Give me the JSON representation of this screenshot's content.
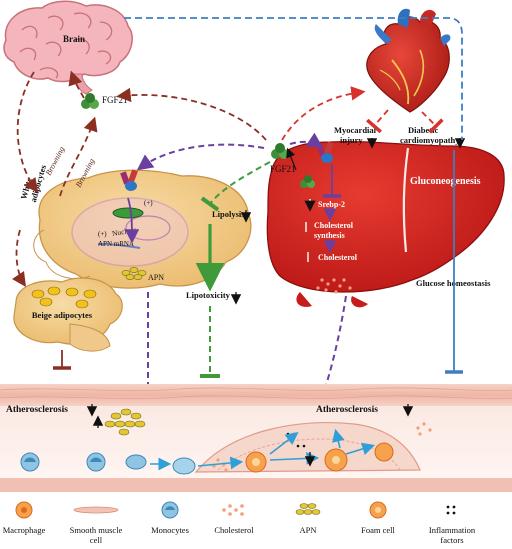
{
  "organs": {
    "brain": "Brain",
    "white_adipocytes": "White\nadipocytes",
    "beige_adipocytes": "Beige adipocytes",
    "nucleus": "Nucleus",
    "apn_mrna": "APN  mRNA",
    "apn": "APN",
    "plus": "(+)"
  },
  "labels": {
    "fgf21_top": "FGF21",
    "fgf21_liver": "FGF21",
    "browning": "Browning",
    "lipolysis": "Lipolysis",
    "lipotoxicity": "Lipotoxicity",
    "myocardial_injury": "Myocardial\ninjury",
    "diabetic_cardiomyopathy": "Diabetic\ncardiomyopathy",
    "srebp2": "Srebp-2",
    "cholesterol_synthesis": "Cholesterol\nsynthesis",
    "cholesterol": "Cholesterol",
    "gluconeogenesis": "Gluconeogenesis",
    "glucose_homeostasis": "Glucose homeostasis",
    "atherosclerosis_left": "Atherosclerosis",
    "atherosclerosis_right": "Atherosclerosis"
  },
  "legend": [
    {
      "key": "macrophage",
      "label": "Macrophage"
    },
    {
      "key": "smooth",
      "label": "Smooth muscle\ncell"
    },
    {
      "key": "monocyte",
      "label": "Monocytes"
    },
    {
      "key": "cholesterol",
      "label": "Cholesterol"
    },
    {
      "key": "apn",
      "label": "APN"
    },
    {
      "key": "foam",
      "label": "Foam cell"
    },
    {
      "key": "inflammation",
      "label": "Inflammation\nfactors"
    }
  ],
  "colors": {
    "brown": "#8b2f22",
    "purple": "#6a3fa0",
    "green": "#4aa043",
    "red": "#d8322c",
    "blue": "#3d7fbf",
    "liver": "#cf1d1d",
    "adipose": "#f3cf8c"
  }
}
